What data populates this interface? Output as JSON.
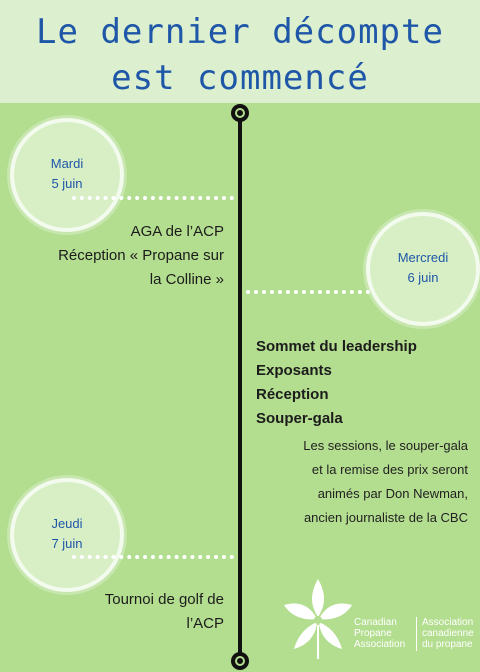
{
  "header": {
    "title_line1": "Le dernier décompte",
    "title_line2": "est commencé"
  },
  "days": [
    {
      "weekday": "Mardi",
      "date": "5 juin"
    },
    {
      "weekday": "Mercredi",
      "date": "6 juin"
    },
    {
      "weekday": "Jeudi",
      "date": "7 juin"
    }
  ],
  "events": {
    "tuesday": [
      "AGA de l’ACP",
      "Réception « Propane sur",
      "la Colline »"
    ],
    "wednesday": [
      "Sommet du leadership",
      "Exposants",
      "Réception",
      "Souper-gala"
    ],
    "wednesday_note": [
      "Les sessions, le souper-gala",
      "et la remise des prix seront",
      "animés par Don Newman,",
      "ancien journaliste de la CBC"
    ],
    "thursday": [
      "Tournoi de golf de",
      "l’ACP"
    ]
  },
  "logo": {
    "icon": "flame-flower-logo",
    "english": [
      "Canadian",
      "Propane",
      "Association"
    ],
    "french": [
      "Association",
      "canadienne",
      "du propane"
    ]
  },
  "colors": {
    "background": "#b3dd8f",
    "header_background": "#dcefcf",
    "title": "#1e56a8",
    "timeline": "#111111"
  }
}
